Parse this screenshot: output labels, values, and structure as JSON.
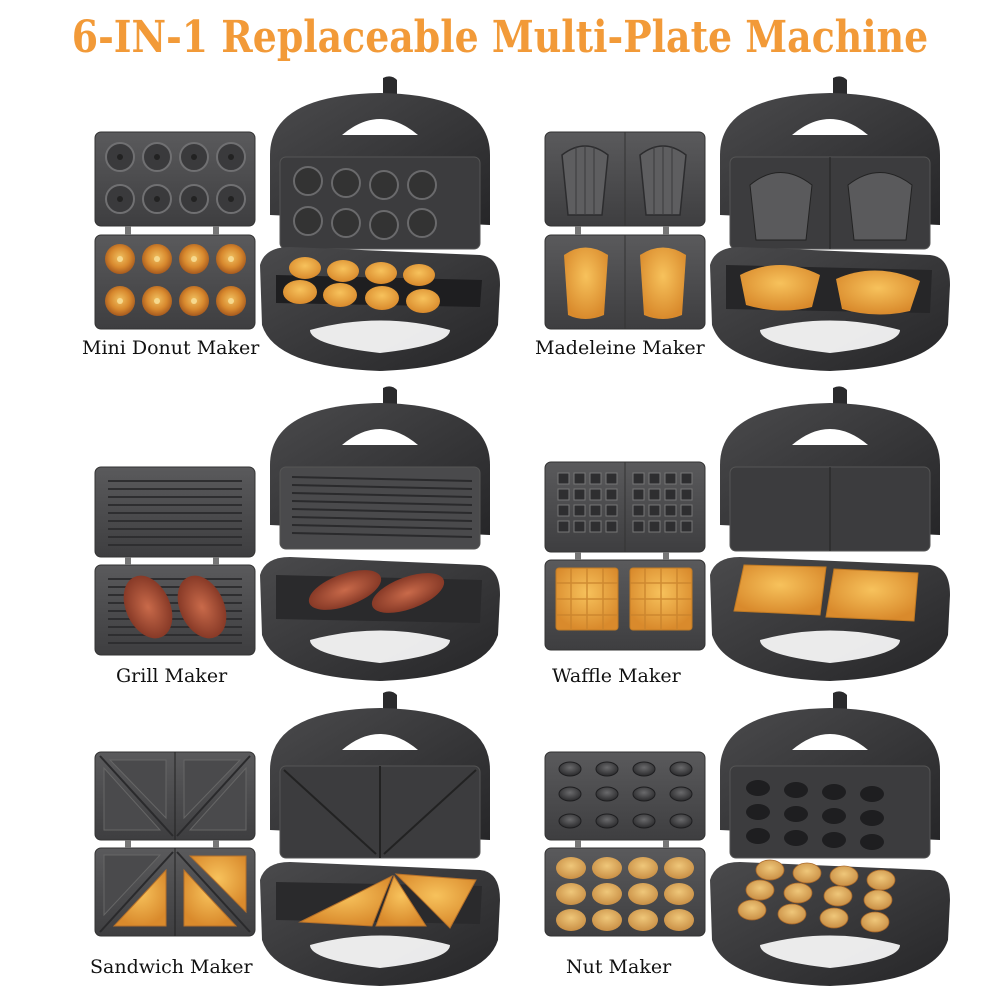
{
  "title": "6-IN-1 Replaceable Multi-Plate Machine",
  "colors": {
    "title": "#f29a38",
    "plate": "#4a4a4c",
    "plate_dark": "#2f2f31",
    "machine_body": "#3a3a3c",
    "food_golden": "#e9a84a",
    "food_dark": "#b9652a"
  },
  "products": [
    {
      "id": "mini-donut",
      "label": "Mini Donut Maker",
      "plate_type": "donut"
    },
    {
      "id": "madeleine",
      "label": "Madeleine Maker",
      "plate_type": "madeleine"
    },
    {
      "id": "grill",
      "label": "Grill Maker",
      "plate_type": "grill"
    },
    {
      "id": "waffle",
      "label": "Waffle Maker",
      "plate_type": "waffle"
    },
    {
      "id": "sandwich",
      "label": "Sandwich Maker",
      "plate_type": "sandwich"
    },
    {
      "id": "nut",
      "label": "Nut Maker",
      "plate_type": "nut"
    }
  ]
}
